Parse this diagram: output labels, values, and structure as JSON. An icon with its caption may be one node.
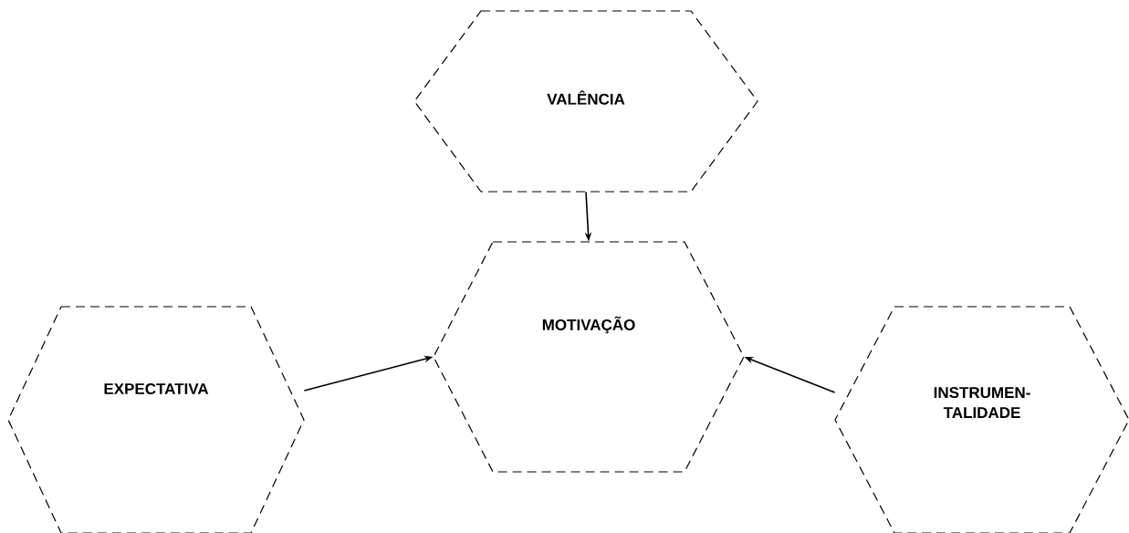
{
  "diagram": {
    "nodes": [
      {
        "text": [
          "VALÊNCIA"
        ]
      },
      {
        "text": [
          "MOTIVAÇÃO"
        ]
      },
      {
        "text": [
          "EXPECTATIVA"
        ]
      },
      {
        "text": [
          "INSTRUMEN- TALIDADE"
        ]
      }
    ],
    "edges": [
      {
        "from": 0,
        "to": 1,
        "arrow": "to"
      },
      {
        "from": 2,
        "to": 1,
        "arrow": "to"
      },
      {
        "from": 3,
        "to": 1,
        "arrow": "to"
      }
    ]
  }
}
